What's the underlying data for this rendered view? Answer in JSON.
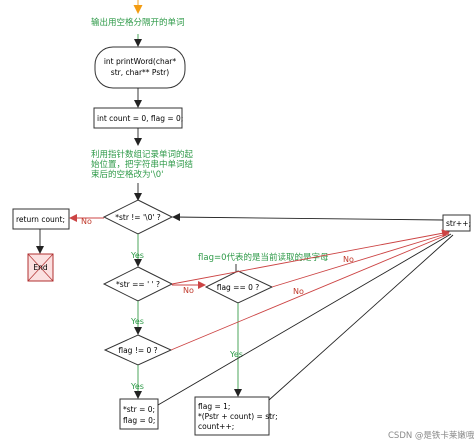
{
  "notes": {
    "separate_words": "输出用空格分隔开的单词",
    "record_start_line1": "利用指针数组记录单词的起",
    "record_start_line2": "始位置，把字符串中单词结",
    "record_start_line3": "束后的空格改为'\\0'",
    "flag_meaning": "flag=0代表的是当前读取的是字母"
  },
  "nodes": {
    "func_line1": "int printWord(char*",
    "func_line2": "str, char** Pstr)",
    "init": "int count = 0, flag = 0;",
    "cond_str_end": "*str != '\\0' ?",
    "return_count": "return count;",
    "end": "End",
    "cond_space": "*str == ' ' ?",
    "cond_flag_zero": "flag == 0 ?",
    "cond_flag_nonzero": "flag != 0 ?",
    "str_inc": "str++;",
    "set_null_line1": "*str = 0;",
    "set_null_line2": "flag = 0;",
    "record_line1": "flag = 1;",
    "record_line2": "*(Pstr + count) = str;",
    "record_line3": "count++;"
  },
  "labels": {
    "no": "No",
    "yes": "Yes"
  },
  "watermark": "CSDN @是铁卡莱嫩哦"
}
